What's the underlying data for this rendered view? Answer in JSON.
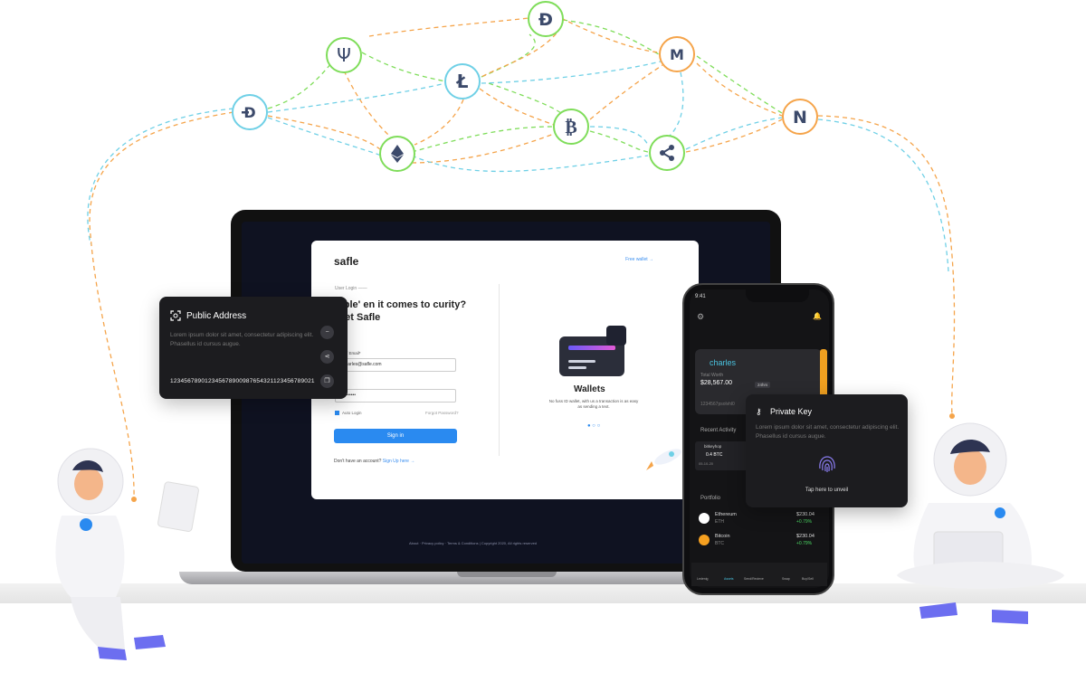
{
  "network": {
    "coins": [
      {
        "name": "dash",
        "symbol": "dash-icon"
      },
      {
        "name": "psi",
        "symbol": "psi-icon"
      },
      {
        "name": "litecoin",
        "symbol": "litecoin-icon"
      },
      {
        "name": "dogecoin",
        "symbol": "dogecoin-icon"
      },
      {
        "name": "monero",
        "symbol": "monero-icon"
      },
      {
        "name": "nano",
        "symbol": "nano-icon"
      },
      {
        "name": "ethereum",
        "symbol": "ethereum-icon"
      },
      {
        "name": "bitcoin",
        "symbol": "bitcoin-icon"
      },
      {
        "name": "ripple",
        "symbol": "ripple-icon"
      }
    ],
    "colors": {
      "green": "#7fdd5a",
      "orange": "#f5a44a",
      "cyan": "#6fd0e6"
    }
  },
  "login": {
    "logo": "safle",
    "free_wallet": "Free wallet →",
    "user_login": "User Login ——",
    "headline": "mple' en it comes to curity? 'Get Safle",
    "id_label": "afleID / Email*",
    "id_value": "charles@safle.com",
    "pw_label": "ord",
    "pw_value": "••••••••",
    "auto_login": "Auto Login",
    "forgot": "Forgot Password?",
    "signin": "Sign in",
    "no_account": "Don't have an account?",
    "signup": "Sign Up here →",
    "wallets_title": "Wallets",
    "wallets_desc": "No fuss ID wallet, with us a transaction is as easy as sending a text.",
    "footer": "About · Privacy policy · Terms & Conditions | Copyright 2020, All rights reserved"
  },
  "public_address": {
    "title": "Public Address",
    "desc": "Lorem ipsum dolor sit amet, consectetur adipiscing elit. Phasellus id cursus augue.",
    "address": "1234567890123456789009876543211234567890​21"
  },
  "phone": {
    "time": "9:41",
    "account_name": "charles",
    "total_worth_label": "Total Worth",
    "total_worth": "$28,567.00",
    "period": "24hrs",
    "account_id": "1234567psolvhl0",
    "recent_activity": "Recent Activity",
    "activity_name": "bitkeyhop",
    "activity_amount": "0.4 BTC",
    "activity_date": "05-10-20",
    "portfolio_label": "Portfolio",
    "assets": [
      {
        "name": "Ethereum",
        "ticker": "ETH",
        "price": "$230.04",
        "change": "+0.79%"
      },
      {
        "name": "Bitcoin",
        "ticker": "BTC",
        "price": "$230.04",
        "change": "+0.79%"
      }
    ],
    "tabs": [
      "Ledenig",
      "Assets",
      "Send/Recieve",
      "Swap",
      "Buy/Sell"
    ]
  },
  "private_key": {
    "title": "Private Key",
    "desc": "Lorem ipsum dolor sit amet, consectetur adipiscing elit. Phasellus id cursus augue.",
    "unveil": "Tap here to unveil"
  }
}
